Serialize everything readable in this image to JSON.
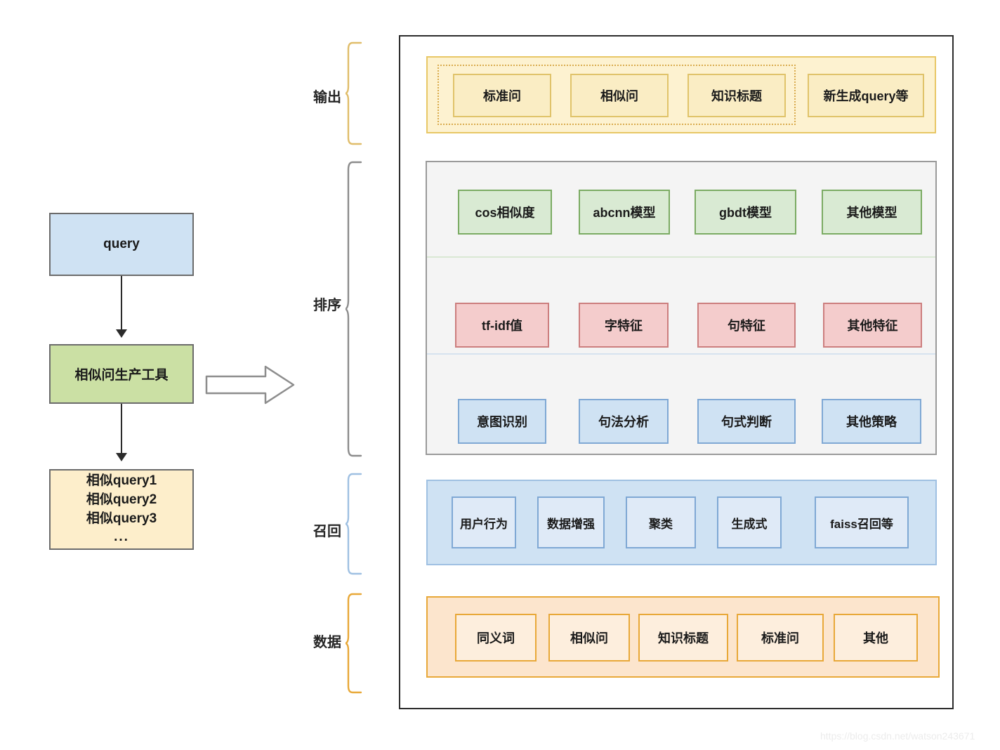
{
  "diagram": {
    "watermark": "https://blog.csdn.net/watson243671",
    "left_flow": {
      "query_box": "query",
      "tool_box": "相似问生产工具",
      "output_box_lines": [
        "相似query1",
        "相似query2",
        "相似query3",
        "..."
      ],
      "transition_arrow_icon": "right-block-arrow-icon"
    },
    "sections": [
      {
        "id": "output",
        "label": "输出",
        "brace_color": "#e0bd6a"
      },
      {
        "id": "ranking",
        "label": "排序",
        "brace_color": "#8c8c8c"
      },
      {
        "id": "recall",
        "label": "召回",
        "brace_color": "#9fc0e2"
      },
      {
        "id": "data",
        "label": "数据",
        "brace_color": "#e8a838"
      }
    ],
    "output_row": {
      "boxes": [
        "标准问",
        "相似问",
        "知识标题",
        "新生成query等"
      ],
      "dashed_group_count": 3,
      "fill": "#faedc4",
      "border": "#e0c36a",
      "band_fill": "#fdf2d0",
      "band_border": "#e8c766"
    },
    "ranking_panel": {
      "fill": "#f4f4f4",
      "border": "#9a9a9a",
      "rows": [
        {
          "id": "models",
          "kind": "green",
          "fill": "#d9ead3",
          "border": "#7bab63",
          "boxes": [
            "cos相似度",
            "abcnn模型",
            "gbdt模型",
            "其他模型"
          ]
        },
        {
          "id": "features",
          "kind": "red",
          "fill": "#f4cccc",
          "border": "#cc7e7e",
          "boxes": [
            "tf-idf值",
            "字特征",
            "句特征",
            "其他特征"
          ]
        },
        {
          "id": "strategies",
          "kind": "blue",
          "fill": "#cfe2f3",
          "border": "#7fa8d4",
          "boxes": [
            "意图识别",
            "句法分析",
            "句式判断",
            "其他策略"
          ]
        }
      ]
    },
    "recall_row": {
      "boxes": [
        "用户行为",
        "数据增强",
        "聚类",
        "生成式",
        "faiss召回等"
      ],
      "band_fill": "#cfe2f3",
      "band_border": "#9fc0e2",
      "box_fill": "#dfeaf7",
      "box_border": "#7fa8d4"
    },
    "data_row": {
      "boxes": [
        "同义词",
        "相似问",
        "知识标题",
        "标准问",
        "其他"
      ],
      "band_fill": "#fce5cd",
      "band_border": "#e8a838",
      "box_fill": "#fdeedd",
      "box_border": "#e8a838"
    }
  }
}
